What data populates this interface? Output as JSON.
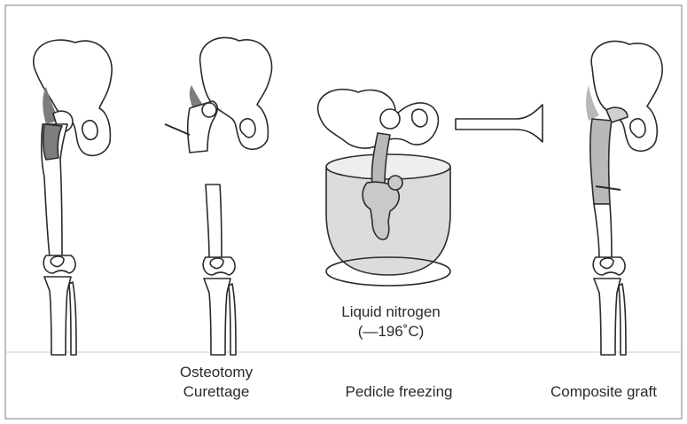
{
  "captions": {
    "stage1_line1": "Osteotomy",
    "stage1_line2": "Curettage",
    "stage2_line1": "Liquid nitrogen",
    "stage2_line2": "(—196˚C)",
    "stage2_caption": "Pedicle freezing",
    "stage3_caption": "Composite graft"
  },
  "colors": {
    "outline": "#2b2b2b",
    "tumor_shade": "#7d7d7d",
    "frozen_gray": "#b9b9b9",
    "nitrogen_gray": "#c9c9c9",
    "frame": "#9a9a9a"
  }
}
